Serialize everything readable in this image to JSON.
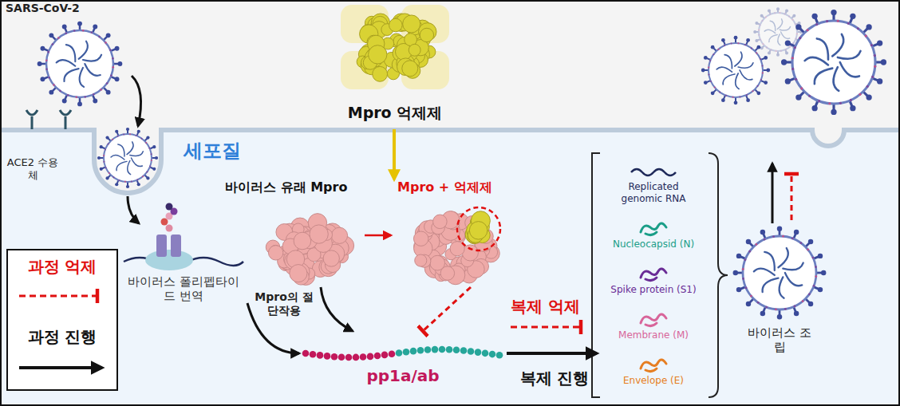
{
  "diagram": {
    "nodes": [
      {
        "text": [
          "세포질"
        ]
      },
      {
        "text": [
          "SARS-CoV-2"
        ]
      },
      {
        "text": [
          "Mpro 억제제"
        ]
      },
      {
        "text": [
          "바이러스 폴리펩타이드 번역"
        ],
        "in": 0
      },
      {
        "text": [
          "바이러스 유래 Mpro"
        ],
        "in": 0
      },
      {
        "text": [
          "Mpro + 억제제"
        ],
        "in": 0
      },
      {
        "text": [
          "pp1a/ab"
        ],
        "in": 0
      },
      {
        "text": [
          "Replicated genomic RNA",
          "Nucleocapsid (N)",
          "Spike protein (S1)",
          "Membrane (M)",
          "Envelope (E)"
        ],
        "in": 0
      },
      {
        "text": [
          "바이러스 조립"
        ],
        "in": 0
      }
    ],
    "edges": [
      {
        "from": 1,
        "to": 3,
        "arrow": "to"
      },
      {
        "from": 2,
        "to": 5,
        "arrow": "to"
      },
      {
        "from": 4,
        "to": 5,
        "arrow": "to"
      },
      {
        "from": 4,
        "to": 6,
        "arrow": "to",
        "label": "Mpro의 절단작용"
      },
      {
        "from": 3,
        "to": 6,
        "arrow": "to"
      },
      {
        "from": 5,
        "to": 6,
        "arrow": "to"
      },
      {
        "from": 6,
        "to": 7,
        "arrow": "to",
        "label": "복제 진행"
      }
    ],
    "labels": [
      "ACE2 수용체",
      "복제 억제"
    ],
    "legend": [
      {
        "text": "과정 억제"
      },
      {
        "text": "과정 진행"
      }
    ]
  }
}
